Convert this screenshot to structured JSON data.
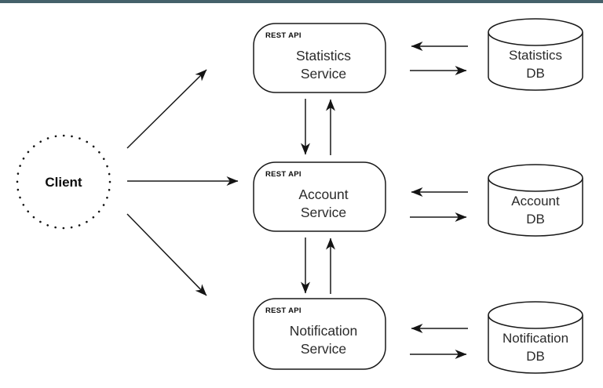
{
  "colors": {
    "top_bar": "#45616a",
    "line": "#191919",
    "background": "#ffffff"
  },
  "client": {
    "label": "Client"
  },
  "services": [
    {
      "api_label": "REST API",
      "name_line1": "Statistics",
      "name_line2": "Service"
    },
    {
      "api_label": "REST API",
      "name_line1": "Account",
      "name_line2": "Service"
    },
    {
      "api_label": "REST API",
      "name_line1": "Notification",
      "name_line2": "Service"
    }
  ],
  "databases": [
    {
      "name_line1": "Statistics",
      "name_line2": "DB"
    },
    {
      "name_line1": "Account",
      "name_line2": "DB"
    },
    {
      "name_line1": "Notification",
      "name_line2": "DB"
    }
  ],
  "connections": [
    {
      "from": "Client",
      "to": "Statistics Service",
      "type": "one-way"
    },
    {
      "from": "Client",
      "to": "Account Service",
      "type": "one-way"
    },
    {
      "from": "Client",
      "to": "Notification Service",
      "type": "one-way"
    },
    {
      "from": "Statistics Service",
      "to": "Account Service",
      "type": "two-way"
    },
    {
      "from": "Account Service",
      "to": "Notification Service",
      "type": "two-way"
    },
    {
      "from": "Statistics Service",
      "to": "Statistics DB",
      "type": "two-way"
    },
    {
      "from": "Account Service",
      "to": "Account DB",
      "type": "two-way"
    },
    {
      "from": "Notification Service",
      "to": "Notification DB",
      "type": "two-way"
    }
  ]
}
